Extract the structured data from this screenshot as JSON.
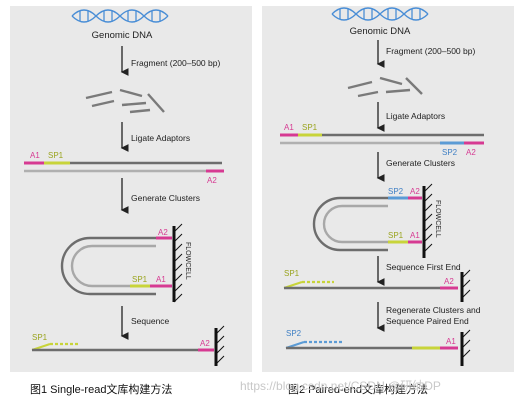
{
  "colors": {
    "panel": "#e9e9e9",
    "strand": "#6d6d6d",
    "magenta": "#d63a92",
    "lime": "#c8d43a",
    "blue": "#5b9bd5",
    "dna_blue": "#4a8ed6"
  },
  "left": {
    "title": "Genomic DNA",
    "steps": [
      "Fragment (200–500 bp)",
      "Ligate Adaptors",
      "Generate Clusters",
      "Sequence"
    ],
    "labels": {
      "a1": "A1",
      "sp1": "SP1",
      "a2": "A2",
      "flowcell": "FLOWCELL"
    },
    "caption": "图1  Single-read文库构建方法"
  },
  "right": {
    "title": "Genomic DNA",
    "steps": [
      "Fragment (200–500 bp)",
      "Ligate Adaptors",
      "Generate Clusters",
      "Sequence First End"
    ],
    "regen_line1": "Regenerate Clusters and",
    "regen_line2": "Sequence Paired End",
    "labels": {
      "a1": "A1",
      "sp1": "SP1",
      "sp2": "SP2",
      "a2": "A2",
      "flowcell": "FLOWCELL"
    },
    "caption": "图2  Paired-end文库构建方法"
  },
  "watermark": "https://blog.csdn.net/CSDN @研纳DP"
}
